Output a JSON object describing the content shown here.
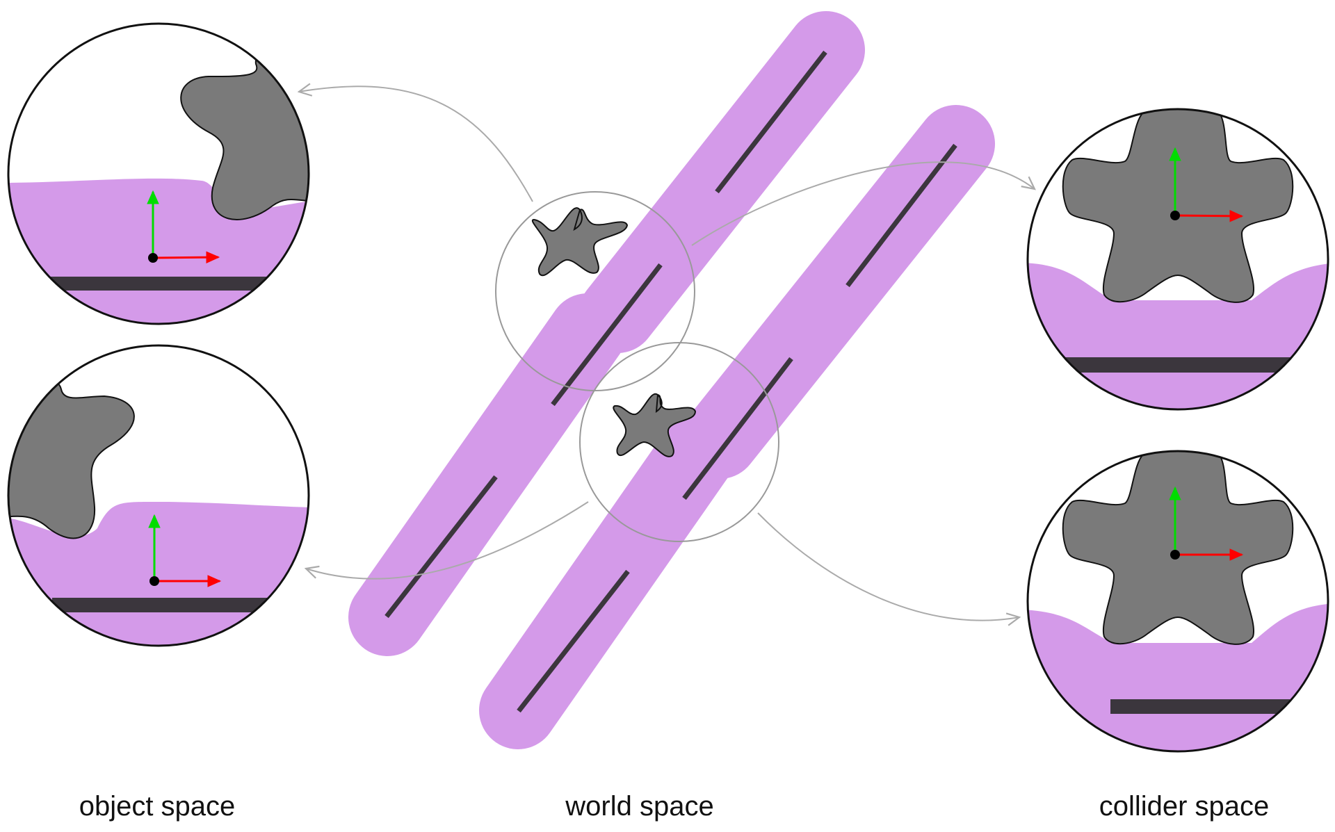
{
  "labels": {
    "object": "object space",
    "world": "world space",
    "collider": "collider space"
  },
  "colors": {
    "capsule": "#d49ae9",
    "segment": "#3b363d",
    "shape": "#7a7a7a",
    "outline": "#111111",
    "arrow": "#aaaaaa",
    "magnifier": "#999999",
    "x_axis": "#ff0000",
    "y_axis": "#00dd00",
    "origin": "#000000"
  }
}
